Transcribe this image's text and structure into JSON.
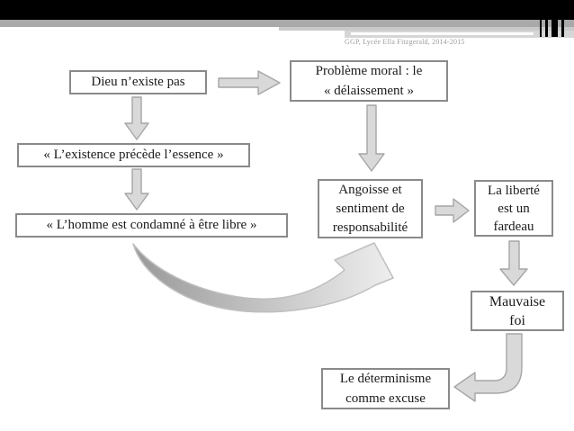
{
  "header": {
    "caption": "GGP, Lycée Ella Fitzgerald, 2014-2015"
  },
  "colors": {
    "bar_black": "#000000",
    "bar_gray": "#a9a9a9",
    "bar_light1": "#c9c9c9",
    "bar_light2": "#d6d6d6",
    "box_border": "#8a8a8a",
    "arrow_fill": "#d9d9d9",
    "arrow_border": "#a6a6a6",
    "curved_arrow_dark": "#999999",
    "curved_arrow_light": "#efefef",
    "text": "#1a1a1a",
    "caption_color": "#9c9c9c"
  },
  "diagram": {
    "nodes": [
      {
        "id": "dieu",
        "lines": [
          "Dieu n’existe pas"
        ]
      },
      {
        "id": "probleme",
        "lines": [
          "Problème moral : le",
          "« délaissement »"
        ]
      },
      {
        "id": "existence",
        "lines": [
          "« L’existence précède l’essence »"
        ]
      },
      {
        "id": "homme",
        "lines": [
          "« L’homme est condamné à être libre »"
        ]
      },
      {
        "id": "angoisse",
        "lines": [
          "Angoisse et",
          "sentiment de",
          "responsabilité"
        ]
      },
      {
        "id": "liberte",
        "lines": [
          "La liberté",
          "est un",
          "fardeau"
        ]
      },
      {
        "id": "mauvaise",
        "lines": [
          "Mauvaise",
          "foi"
        ]
      },
      {
        "id": "determinisme",
        "lines": [
          "Le déterminisme",
          "comme excuse"
        ]
      }
    ],
    "edges": [
      {
        "from": "dieu",
        "to": "probleme",
        "shape": "right-arrow"
      },
      {
        "from": "dieu",
        "to": "existence",
        "shape": "down-arrow"
      },
      {
        "from": "existence",
        "to": "homme",
        "shape": "down-arrow"
      },
      {
        "from": "probleme",
        "to": "angoisse",
        "shape": "down-arrow"
      },
      {
        "from": "homme",
        "to": "angoisse",
        "shape": "curved-arrow"
      },
      {
        "from": "angoisse",
        "to": "liberte",
        "shape": "right-arrow"
      },
      {
        "from": "liberte",
        "to": "mauvaise",
        "shape": "down-arrow"
      },
      {
        "from": "mauvaise",
        "to": "determinisme",
        "shape": "elbow-arrow"
      }
    ]
  }
}
